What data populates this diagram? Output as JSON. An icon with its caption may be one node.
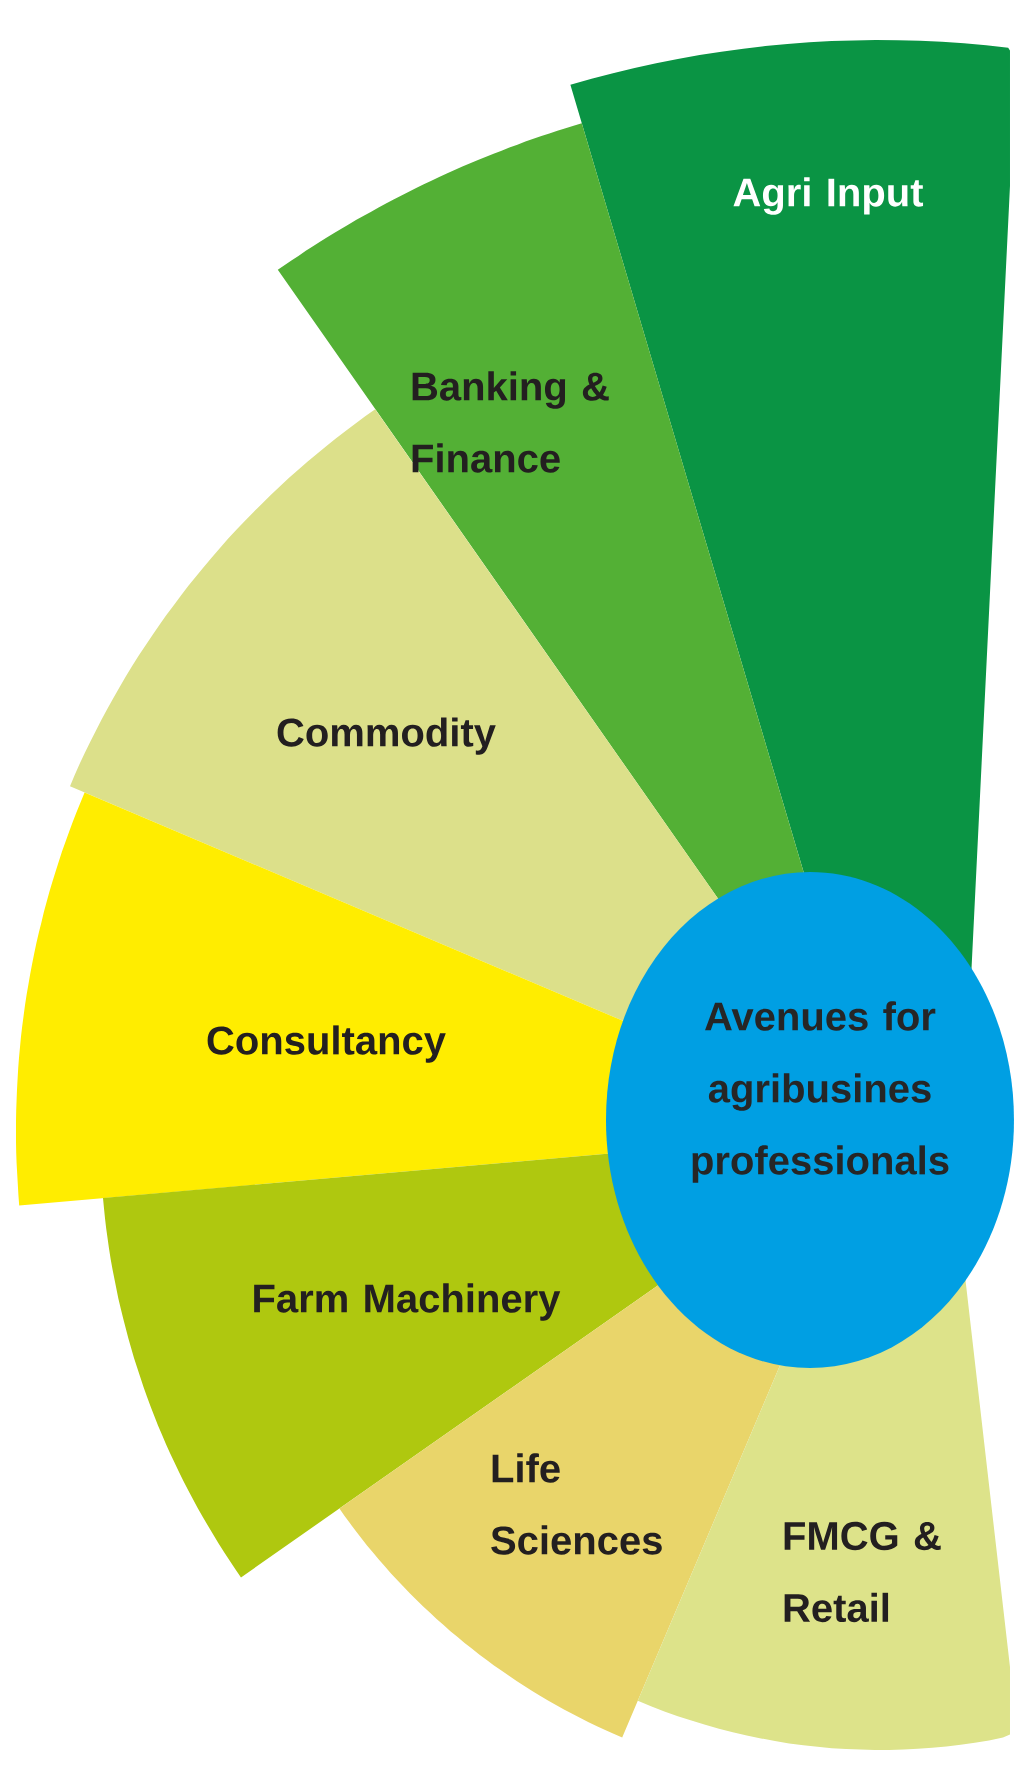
{
  "diagram": {
    "nodes": [
      {
        "text": [
          "Agri Input"
        ]
      },
      {
        "text": [
          "Banking & Finance"
        ]
      },
      {
        "text": [
          "Commodity"
        ]
      },
      {
        "text": [
          "Consultancy"
        ]
      },
      {
        "text": [
          "Farm Machinery"
        ]
      },
      {
        "text": [
          "Life Sciences"
        ]
      },
      {
        "text": [
          "FMCG & Retail"
        ]
      },
      {
        "text": [
          "Avenues for agribusines professionals"
        ]
      }
    ]
  }
}
